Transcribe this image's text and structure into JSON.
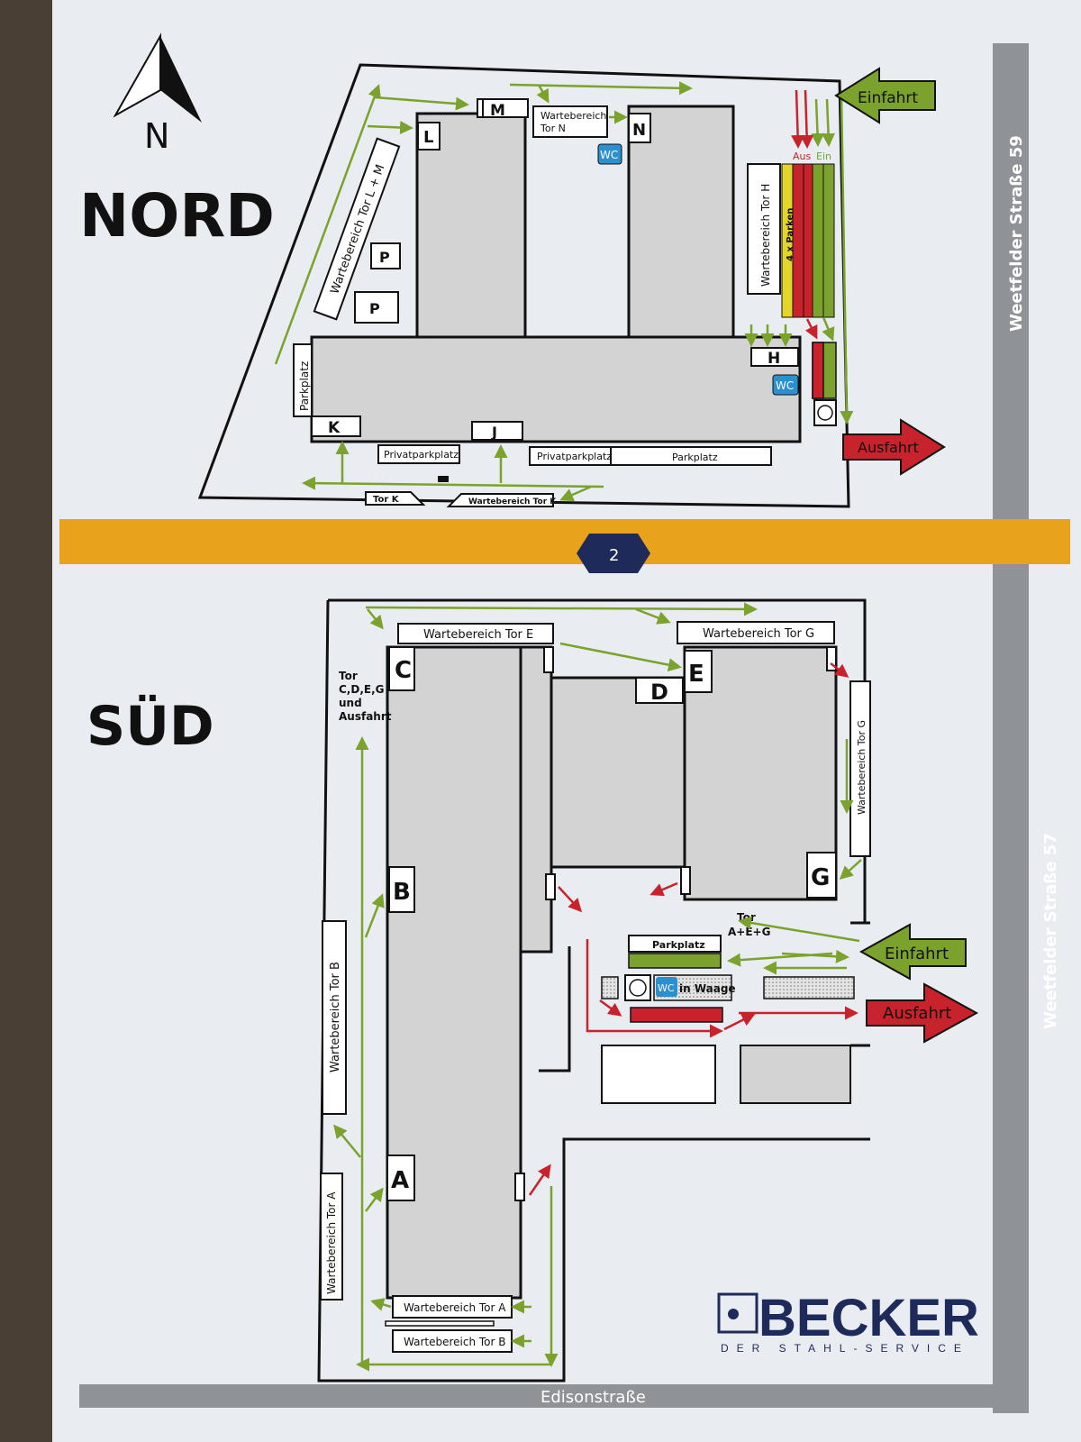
{
  "compass": {
    "label": "N"
  },
  "nord": {
    "title": "NORD",
    "gates": {
      "L": "L",
      "M": "M",
      "N": "N",
      "H": "H",
      "K": "K",
      "J": "J"
    },
    "parking_p": [
      "P",
      "P"
    ],
    "wait_n_line1": "Wartebereich",
    "wait_n_line2": "Tor N",
    "wait_lm": "Wartebereich Tor L + M",
    "wait_h": "Wartebereich Tor H",
    "parking_4x": "4 x Parken",
    "lane_out": "Aus",
    "lane_in": "Ein",
    "parkplatz_side": "Parkplatz",
    "privat1": "Privatparkplatz",
    "privat2": "Privatparkplatz",
    "parkplatz_bottom": "Parkplatz",
    "tor_k": "Tor K",
    "wait_k": "Wartebereich Tor K",
    "wc1": "WC",
    "wc2": "WC",
    "entry": "Einfahrt",
    "exit": "Ausfahrt",
    "street": "Weetfelder Straße 59"
  },
  "divider": {
    "page_number": "2"
  },
  "sued": {
    "title": "SÜD",
    "gates": {
      "A": "A",
      "B": "B",
      "C": "C",
      "D": "D",
      "E": "E",
      "G": "G"
    },
    "wait_e": "Wartebereich Tor E",
    "wait_g_top": "Wartebereich Tor G",
    "wait_g_side": "Wartebereich Tor G",
    "wait_b_side": "Wartebereich Tor B",
    "wait_a_side": "Wartebereich Tor A",
    "wait_a_bottom": "Wartebereich Tor A",
    "wait_b_bottom": "Wartebereich Tor B",
    "tor_cdeg": [
      "Tor",
      "C,D,E,G",
      "und",
      "Ausfahrt"
    ],
    "tor_aeg": [
      "Tor",
      "A+E+G"
    ],
    "parkplatz": "Parkplatz",
    "wc": "WC",
    "waage": "in Waage",
    "entry": "Einfahrt",
    "exit": "Ausfahrt",
    "street_right": "Weetfelder Straße 57",
    "street_bottom": "Edisonstraße"
  },
  "brand": {
    "name": "BECKER",
    "tagline": "DER STAHL-SERVICE"
  },
  "colors": {
    "green": "#7aa22c",
    "red": "#c8232c",
    "yellow": "#e3d628",
    "orange": "#e9a21b",
    "navy": "#1e2a5a",
    "wc": "#2b8fd0"
  }
}
